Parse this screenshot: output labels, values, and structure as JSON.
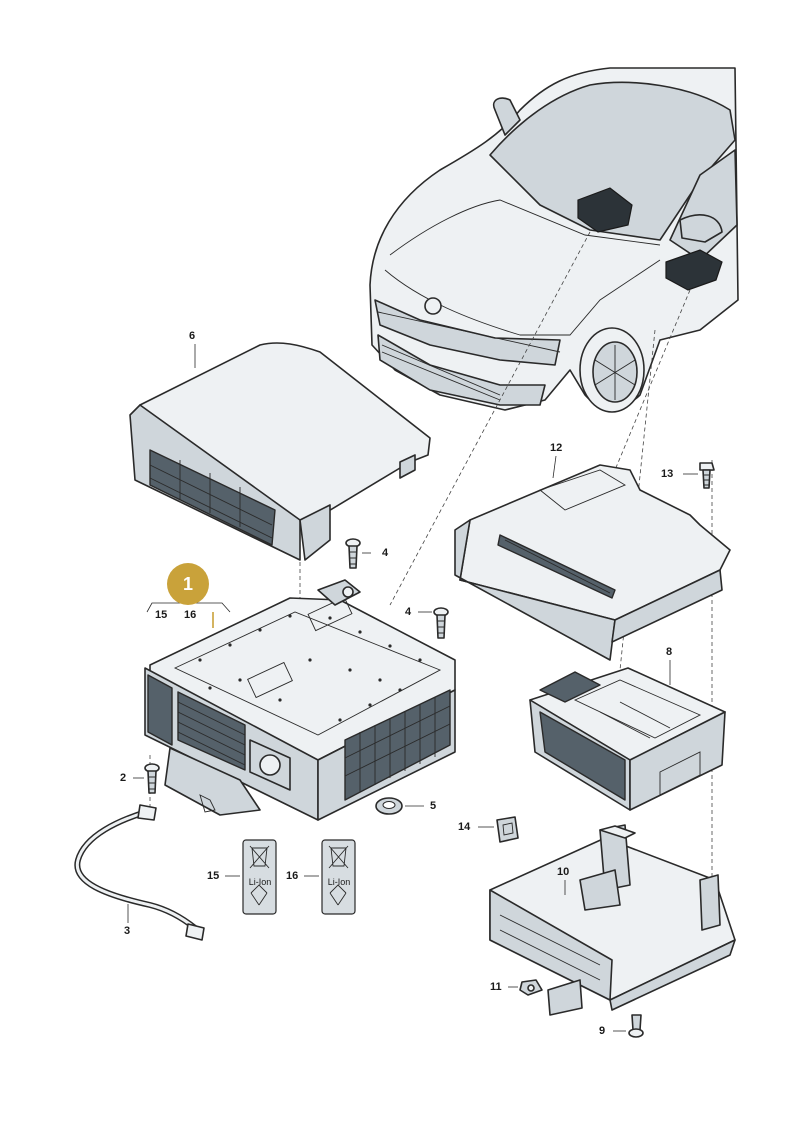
{
  "badge": {
    "label": "1",
    "color": "#c9a23a"
  },
  "sticker_text": "Li-Ion",
  "callouts": {
    "c1": "1",
    "c2": "2",
    "c3": "3",
    "c4a": "4",
    "c4b": "4",
    "c5": "5",
    "c6": "6",
    "c8": "8",
    "c9": "9",
    "c10": "10",
    "c11": "11",
    "c12": "12",
    "c13": "13",
    "c14": "14",
    "c15a": "15",
    "c16a": "16",
    "c15b": "15",
    "c16b": "16"
  },
  "colors": {
    "line": "#2a2a2a",
    "fill_light": "#e8ecef",
    "fill_mid": "#c9d0d6",
    "fill_dark": "#5b6770"
  }
}
